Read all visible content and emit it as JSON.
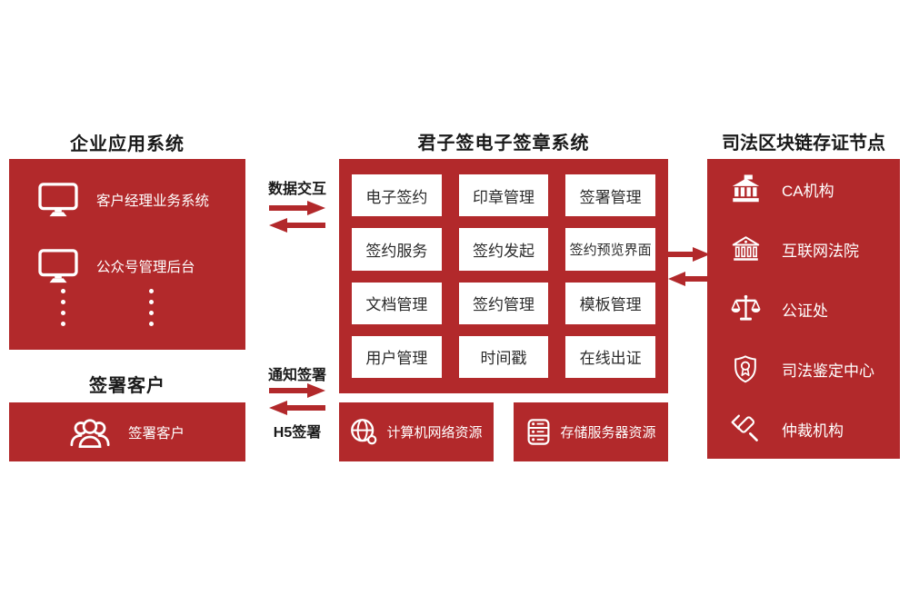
{
  "colors": {
    "brand_red": "#b2292b",
    "text_dark": "#1a1a1a",
    "cell_text": "#2b2b2b",
    "white": "#ffffff"
  },
  "left_panel": {
    "title": "企业应用系统",
    "items": [
      {
        "icon": "monitor-icon",
        "label": "客户经理业务系统"
      },
      {
        "icon": "monitor-icon",
        "label": "公众号管理后台"
      }
    ]
  },
  "signer_panel": {
    "title": "签署客户",
    "item": {
      "icon": "people-icon",
      "label": "签署客户"
    }
  },
  "center_panel": {
    "title": "君子签电子签章系统",
    "modules": [
      "电子签约",
      "印章管理",
      "签署管理",
      "签约服务",
      "签约发起",
      "签约预览界面",
      "文档管理",
      "签约管理",
      "模板管理",
      "用户管理",
      "时间戳",
      "在线出证"
    ],
    "resources": [
      {
        "icon": "globe-network-icon",
        "label": "计算机网络资源"
      },
      {
        "icon": "server-storage-icon",
        "label": "存储服务器资源"
      }
    ]
  },
  "right_panel": {
    "title": "司法区块链存证节点",
    "items": [
      {
        "icon": "bank-flag-icon",
        "label": "CA机构"
      },
      {
        "icon": "courthouse-icon",
        "label": "互联网法院"
      },
      {
        "icon": "scales-icon",
        "label": "公证处"
      },
      {
        "icon": "shield-badge-icon",
        "label": "司法鉴定中心"
      },
      {
        "icon": "gavel-icon",
        "label": "仲裁机构"
      }
    ]
  },
  "connections": {
    "left_center": {
      "label": "数据交互"
    },
    "signer_center": {
      "top_label": "通知签署",
      "bottom_label": "H5签署"
    },
    "center_right": {
      "label": ""
    }
  }
}
